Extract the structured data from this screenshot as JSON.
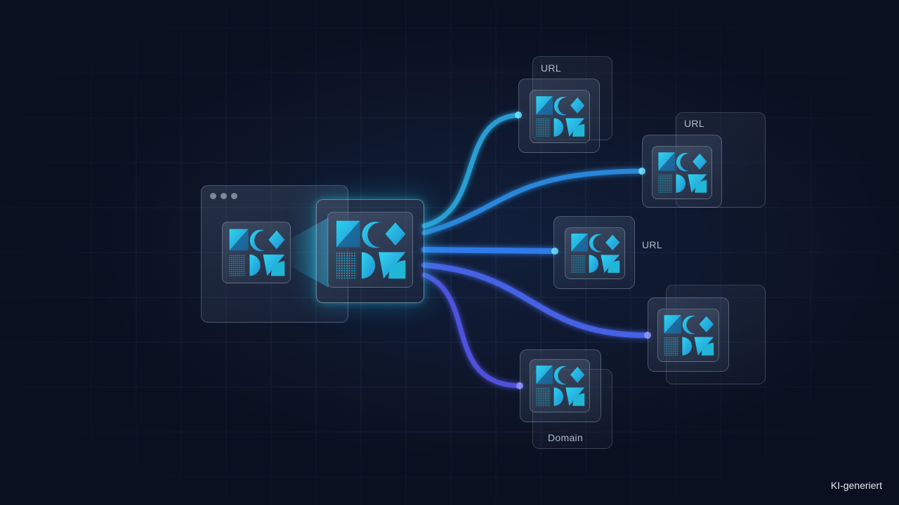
{
  "labels": {
    "url_top": "URL",
    "url_upper_right": "URL",
    "url_middle": "URL",
    "domain": "Domain"
  },
  "watermark": "KI-generiert",
  "colors": {
    "background": "#0b1020",
    "grid": "#1c2a44",
    "connector_cyan": "#2fc4ef",
    "connector_blue": "#3d8df2",
    "connector_violet": "#5b5ef0",
    "icon_cyan": "#2ed3f0",
    "icon_teal": "#22b6d6"
  },
  "icons": {
    "node_icon": "abstract-geometric-image-icon",
    "window_controls": "window-dots-icon"
  }
}
